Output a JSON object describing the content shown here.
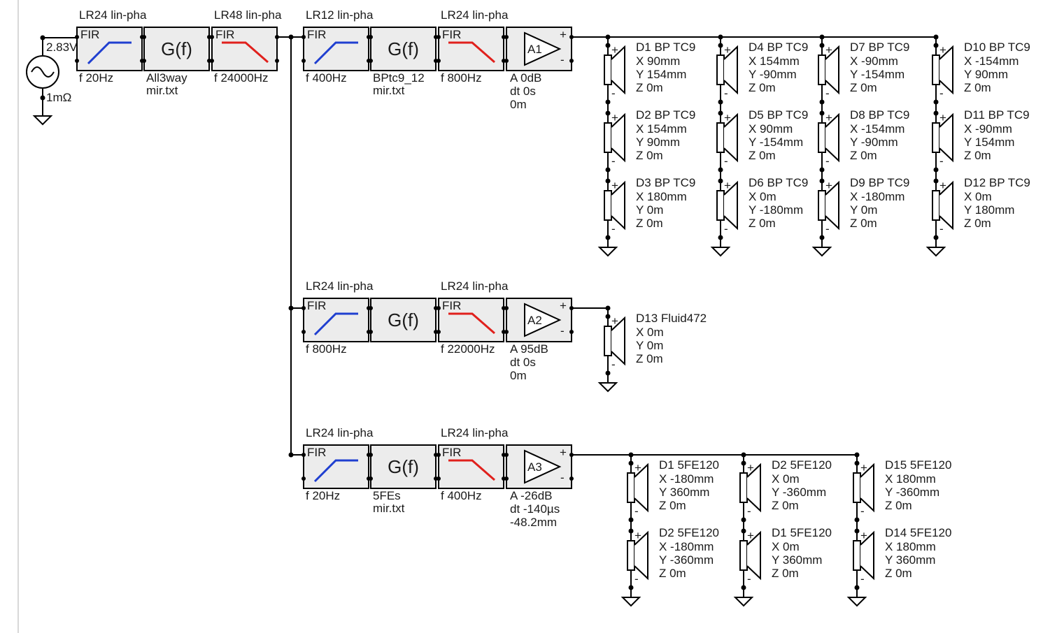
{
  "source": {
    "voltage": "2.83V",
    "impedance": "1mΩ"
  },
  "chain1": {
    "filter1": {
      "type": "FIR",
      "title": "LR24 lin-pha",
      "freq": "f  20Hz",
      "response": "highpass"
    },
    "gf": {
      "label": "G(f)",
      "file": [
        "All3way",
        "mir.txt"
      ]
    },
    "filter2": {
      "type": "FIR",
      "title": "LR48 lin-pha",
      "freq": "f  24000Hz",
      "response": "lowpass"
    }
  },
  "branches": [
    {
      "hp": {
        "type": "FIR",
        "title": "LR12 lin-pha",
        "freq": "f  400Hz",
        "response": "highpass"
      },
      "gf": {
        "label": "G(f)",
        "file": [
          "BPtc9_12",
          "mir.txt"
        ]
      },
      "lp": {
        "type": "FIR",
        "title": "LR24 lin-pha",
        "freq": "f  800Hz",
        "response": "lowpass"
      },
      "amp": {
        "name": "A1",
        "params": [
          "A  0dB",
          "dt 0s",
          "   0m"
        ]
      },
      "drivers": [
        {
          "name": "D1 BP TC9",
          "x": "X 90mm",
          "y": "Y 154mm",
          "z": "Z 0m"
        },
        {
          "name": "D2 BP TC9",
          "x": "X 154mm",
          "y": "Y 90mm",
          "z": "Z 0m"
        },
        {
          "name": "D3 BP TC9",
          "x": "X 180mm",
          "y": "Y 0m",
          "z": "Z 0m"
        },
        {
          "name": "D4 BP TC9",
          "x": "X 154mm",
          "y": "Y -90mm",
          "z": "Z 0m"
        },
        {
          "name": "D5 BP TC9",
          "x": "X 90mm",
          "y": "Y -154mm",
          "z": "Z 0m"
        },
        {
          "name": "D6 BP TC9",
          "x": "X 0m",
          "y": "Y -180mm",
          "z": "Z 0m"
        },
        {
          "name": "D7 BP TC9",
          "x": "X -90mm",
          "y": "Y -154mm",
          "z": "Z 0m"
        },
        {
          "name": "D8 BP TC9",
          "x": "X -154mm",
          "y": "Y -90mm",
          "z": "Z 0m"
        },
        {
          "name": "D9 BP TC9",
          "x": "X -180mm",
          "y": "Y 0m",
          "z": "Z 0m"
        },
        {
          "name": "D10 BP TC9",
          "x": "X -154mm",
          "y": "Y 90mm",
          "z": "Z 0m"
        },
        {
          "name": "D11 BP TC9",
          "x": "X -90mm",
          "y": "Y 154mm",
          "z": "Z 0m"
        },
        {
          "name": "D12 BP TC9",
          "x": "X 0m",
          "y": "Y 180mm",
          "z": "Z 0m"
        }
      ]
    },
    {
      "hp": {
        "type": "FIR",
        "title": "LR24 lin-pha",
        "freq": "f  800Hz",
        "response": "highpass"
      },
      "gf": {
        "label": "G(f)",
        "file": []
      },
      "lp": {
        "type": "FIR",
        "title": "LR24 lin-pha",
        "freq": "f  22000Hz",
        "response": "lowpass"
      },
      "amp": {
        "name": "A2",
        "params": [
          "A  95dB",
          "dt 0s",
          "   0m"
        ]
      },
      "drivers": [
        {
          "name": "D13 Fluid472",
          "x": "X 0m",
          "y": "Y 0m",
          "z": "Z 0m"
        }
      ]
    },
    {
      "hp": {
        "type": "FIR",
        "title": "LR24 lin-pha",
        "freq": "f  20Hz",
        "response": "highpass"
      },
      "gf": {
        "label": "G(f)",
        "file": [
          "5FEs",
          "mir.txt"
        ]
      },
      "lp": {
        "type": "FIR",
        "title": "LR24 lin-pha",
        "freq": "f  400Hz",
        "response": "lowpass"
      },
      "amp": {
        "name": "A3",
        "params": [
          "A  -26dB",
          "dt -140µs",
          "   -48.2mm"
        ]
      },
      "drivers": [
        {
          "name": "D1 5FE120",
          "x": "X -180mm",
          "y": "Y 360mm",
          "z": "Z 0m"
        },
        {
          "name": "D2 5FE120",
          "x": "X -180mm",
          "y": "Y -360mm",
          "z": "Z 0m"
        },
        {
          "name": "D2 5FE120",
          "x": "X 0m",
          "y": "Y -360mm",
          "z": "Z 0m"
        },
        {
          "name": "D1 5FE120",
          "x": "X 0m",
          "y": "Y 360mm",
          "z": "Z 0m"
        },
        {
          "name": "D15 5FE120",
          "x": "X 180mm",
          "y": "Y -360mm",
          "z": "Z 0m"
        },
        {
          "name": "D14 5FE120",
          "x": "X 180mm",
          "y": "Y 360mm",
          "z": "Z 0m"
        }
      ]
    }
  ],
  "colors": {
    "highpass": "#1f3fd0",
    "lowpass": "#e0201c",
    "background": "#ffffff",
    "block_fill": "#ececec"
  }
}
